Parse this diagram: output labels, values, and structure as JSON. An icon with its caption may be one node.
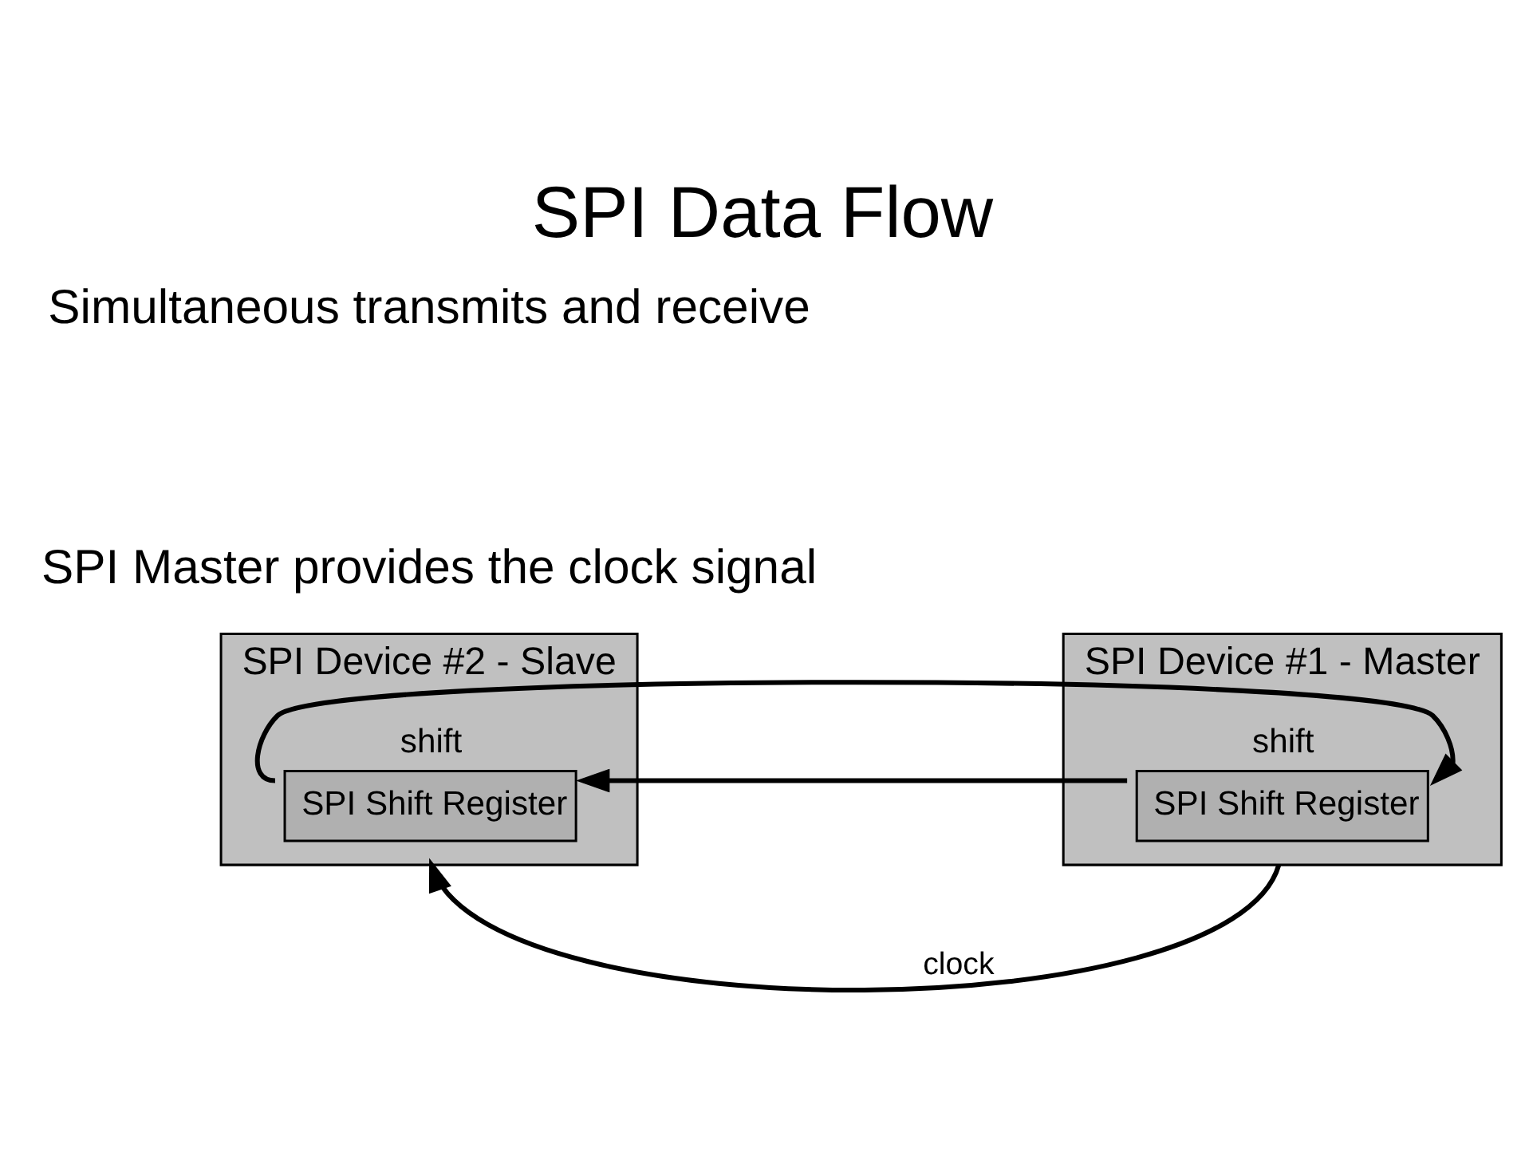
{
  "diagram": {
    "title": "SPI Data Flow",
    "nodes": [
      {
        "text": [
          "SPI Device #1 - Master"
        ]
      },
      {
        "text": [
          "SPI Shift Register"
        ],
        "in": 0,
        "beside": [
          "shift"
        ]
      },
      {
        "text": [
          "SPI Device #2 - Slave"
        ]
      },
      {
        "text": [
          "SPI Shift Register"
        ],
        "in": 2,
        "beside": [
          "shift"
        ]
      }
    ],
    "edges": [
      {
        "from": 3,
        "to": 1,
        "arrow": "to"
      },
      {
        "from": 1,
        "to": 3,
        "arrow": "to"
      },
      {
        "from": 0,
        "to": 2,
        "arrow": "to",
        "label": "clock"
      }
    ],
    "labels": [
      "Simultaneous transmits and receive",
      "SPI Master provides the clock signal"
    ]
  }
}
